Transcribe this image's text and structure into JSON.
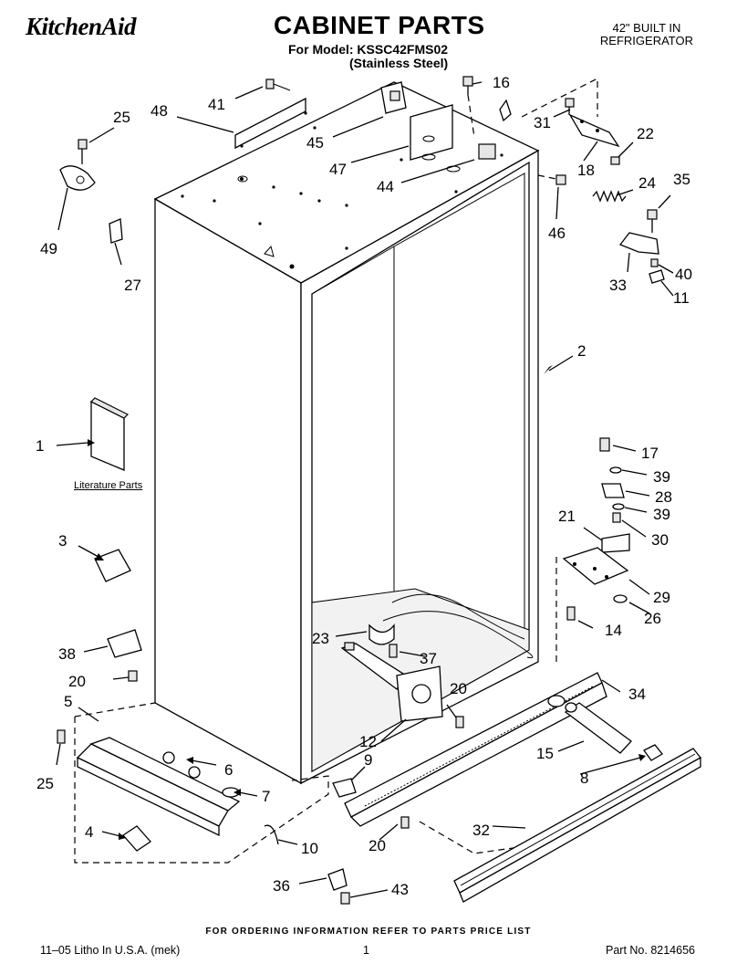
{
  "header": {
    "brand": "KitchenAid",
    "title": "CABINET PARTS",
    "model_line": "For Model: KSSC42FMS02",
    "finish_line": "(Stainless Steel)",
    "product_line1": "42\" BUILT IN",
    "product_line2": "REFRIGERATOR"
  },
  "diagram": {
    "literature_label": "Literature Parts",
    "callouts": {
      "c1": "1",
      "c2": "2",
      "c3": "3",
      "c4": "4",
      "c5": "5",
      "c6": "6",
      "c7": "7",
      "c8": "8",
      "c9": "9",
      "c10": "10",
      "c11": "11",
      "c12": "12",
      "c14": "14",
      "c15": "15",
      "c16": "16",
      "c17": "17",
      "c18": "18",
      "c20a": "20",
      "c20b": "20",
      "c20c": "20",
      "c21": "21",
      "c22": "22",
      "c23": "23",
      "c24": "24",
      "c25a": "25",
      "c25b": "25",
      "c26": "26",
      "c27": "27",
      "c28": "28",
      "c29": "29",
      "c30": "30",
      "c31": "31",
      "c32": "32",
      "c33": "33",
      "c34": "34",
      "c35": "35",
      "c36": "36",
      "c37": "37",
      "c38": "38",
      "c39a": "39",
      "c39b": "39",
      "c40": "40",
      "c41": "41",
      "c43": "43",
      "c44": "44",
      "c45": "45",
      "c46": "46",
      "c47": "47",
      "c48": "48",
      "c49": "49"
    }
  },
  "footer": {
    "order_note": "FOR ORDERING INFORMATION REFER TO PARTS PRICE LIST",
    "litho": "11–05 Litho In U.S.A. (mek)",
    "page": "1",
    "part_no": "Part No. 8214656"
  }
}
